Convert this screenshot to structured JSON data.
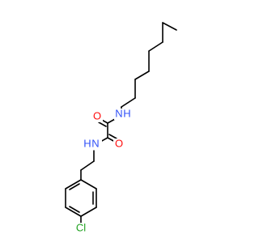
{
  "molecule": {
    "atoms": {
      "amide_n_top": {
        "symbol": "N",
        "hydrogen": "H",
        "color": "#3050F8"
      },
      "carbonyl_o_top": {
        "symbol": "O",
        "color": "#FF0D0D"
      },
      "amide_n_bottom": {
        "symbol": "N",
        "hydrogen": "H",
        "color": "#3050F8"
      },
      "carbonyl_o_bottom": {
        "symbol": "O",
        "color": "#FF0D0D"
      },
      "chlorine": {
        "symbol": "Cl",
        "color": "#1FA11F"
      }
    }
  }
}
